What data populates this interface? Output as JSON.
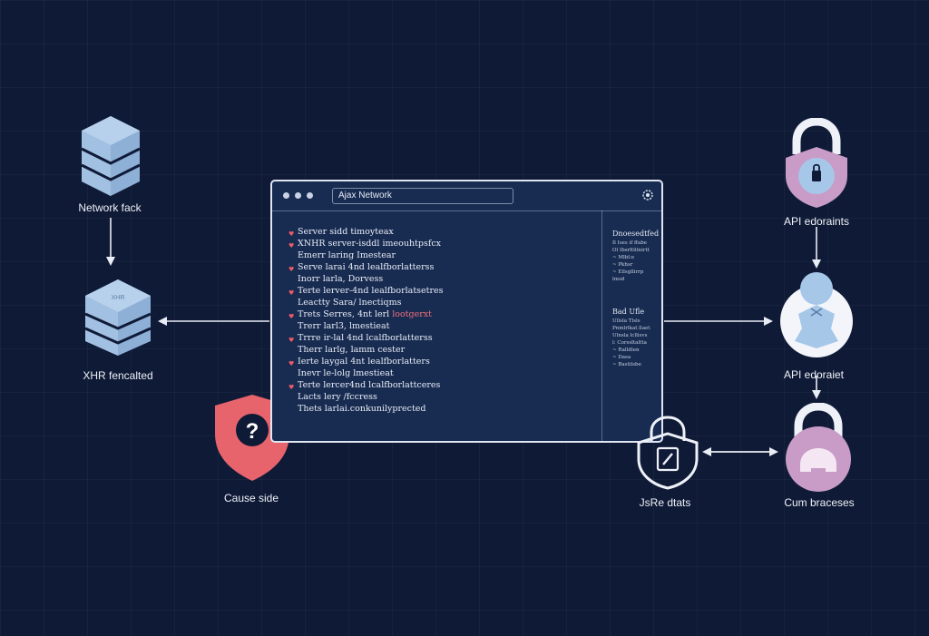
{
  "nodes": {
    "network_pack": {
      "label": "Network fack",
      "icon": "server-stack-icon"
    },
    "xhr_node": {
      "label": "XHR fencalted",
      "icon": "server-stack-icon",
      "badge": "XHR"
    },
    "cause_side": {
      "label": "Cause side",
      "icon": "shield-question-icon",
      "symbol": "?"
    },
    "api_endpoints": {
      "label": "API edoraints",
      "icon": "padlock-icon"
    },
    "api_endpoint": {
      "label": "API edoraiet",
      "icon": "user-badge-icon"
    },
    "json_data": {
      "label": "JsRe dtats",
      "icon": "padlock-edit-icon"
    },
    "curly_braces": {
      "label": "Cum braceses",
      "icon": "padlock-icon"
    }
  },
  "browser": {
    "title": "Ajax Network",
    "code_lines": [
      {
        "text": "Server sidd timoyteax",
        "bullet": true
      },
      {
        "text": "XNHR server-isddl imeouhtpsfcx",
        "bullet": true
      },
      {
        "text": "Emerr laring Imestear",
        "bullet": false
      },
      {
        "text": "Serve larai 4nd lealfborlatterss",
        "bullet": true
      },
      {
        "text": "Inorr larla, Dorvess",
        "bullet": false
      },
      {
        "text": "Terte lerver-4nd lealfborlatsetres",
        "bullet": true
      },
      {
        "text": "Leactty Sara/ lnectiqms",
        "bullet": false
      },
      {
        "text": "Trets Serres, 4nt lerl",
        "highlight": "lootgerxt",
        "bullet": true
      },
      {
        "text": "Trerr larl3, lmestieat",
        "bullet": false
      },
      {
        "text": "Trrre ir-lal 4nd lcalfborlatterss",
        "bullet": true
      },
      {
        "text": "Therr larlg, lamm cester",
        "bullet": false
      },
      {
        "text": "Ierte laygal 4nt lealfborlatters",
        "bullet": true
      },
      {
        "text": "Inevr le-lolg lmestieat",
        "bullet": false
      },
      {
        "text": "Terte lercer4nd lcalfborlattceres",
        "bullet": true
      },
      {
        "text": "Lacts lery /fccress",
        "bullet": false
      },
      {
        "text": "Thets larlai.conkunilyprected",
        "bullet": false
      }
    ],
    "side_panel": {
      "heading_1": "Dnoesedtfed",
      "items_1": [
        "Il Ises if ffabe",
        "Ol Ibsrltlilnirtt",
        "~ Mlbl:e",
        "~ Pkhsr",
        "~ Ellsgllirrp",
        "lmsd"
      ],
      "heading_2": "Bad Ufle",
      "items_2": [
        "Ullsla Tlsls",
        "Pnmlrlkat llaet",
        "Ulnsla lcllisvs",
        "l: Corssltaltta",
        "~ Ralldlen",
        "~ Dasa",
        "~ Bastilsbe"
      ]
    }
  },
  "colors": {
    "background": "#0f1a36",
    "browser_bg": "#182c52",
    "server_blue": "#a9c8e8",
    "shield_red": "#e8646c",
    "lock_purple": "#c89cc6",
    "badge_blue": "#a6c7e8",
    "bullet_red": "#ef5a66",
    "connector": "#e9edf5"
  }
}
